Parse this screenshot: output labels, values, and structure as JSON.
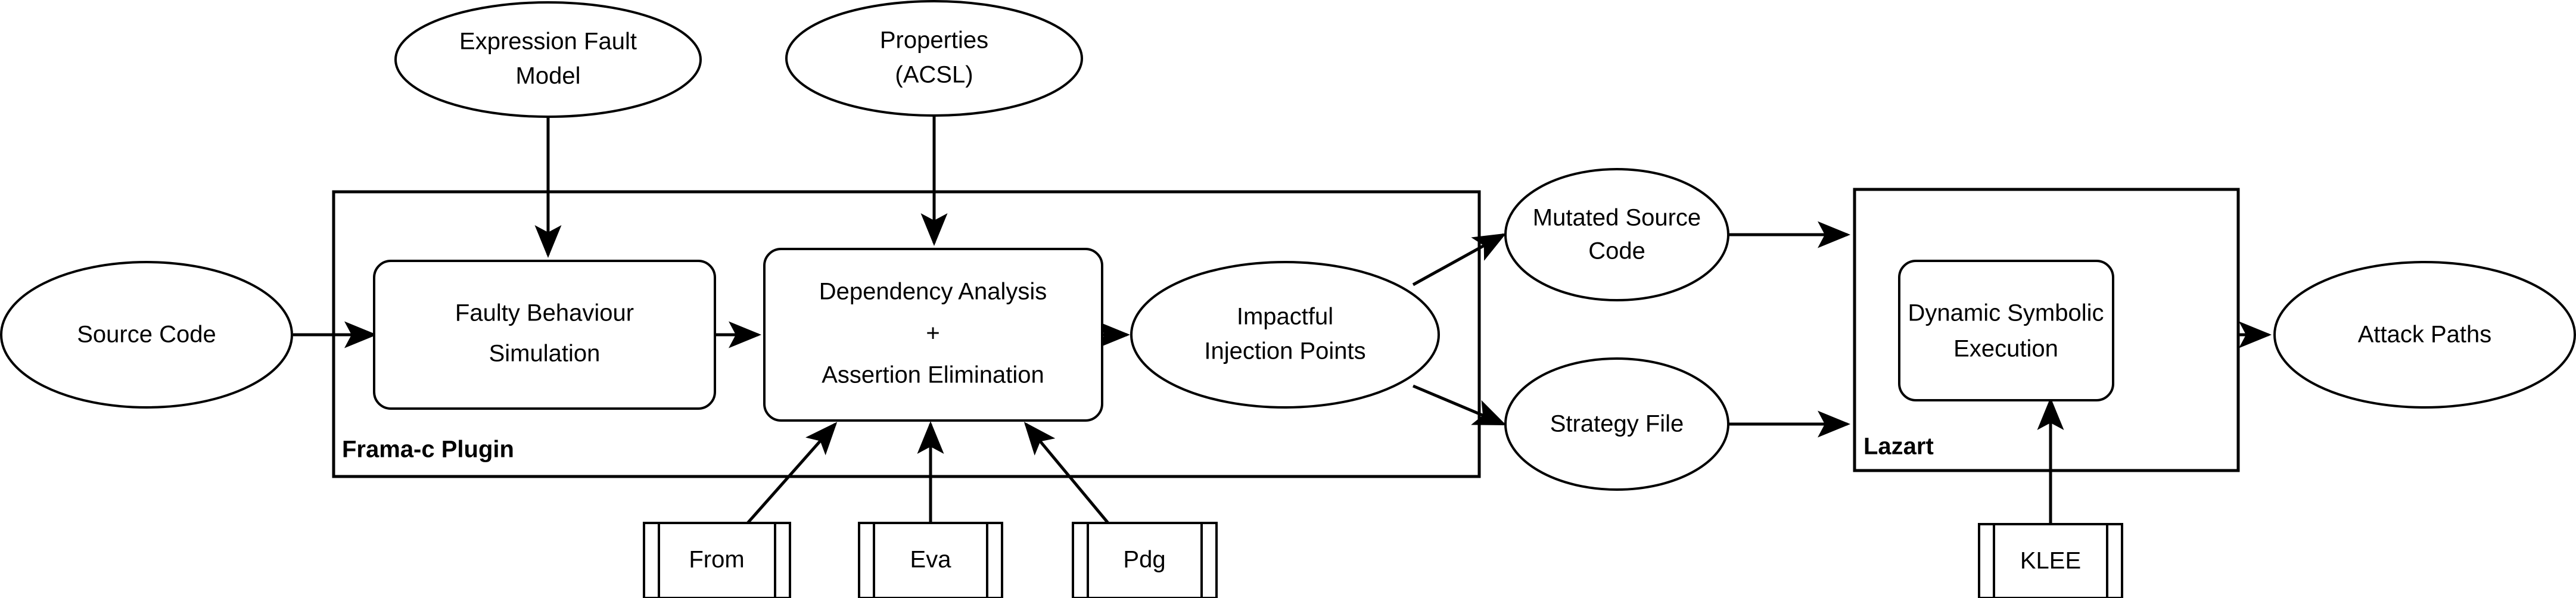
{
  "diagram": {
    "title": "Frama-c Plugin and Lazart fault injection analysis pipeline",
    "background_color": "#ffffff",
    "stroke_color": "#000000",
    "containers": [
      {
        "id": "frama-c",
        "label": "Frama-c Plugin"
      },
      {
        "id": "lazart",
        "label": "Lazart"
      }
    ],
    "ellipses": [
      {
        "id": "source-code",
        "label": "Source Code",
        "lines": [
          "Source Code"
        ]
      },
      {
        "id": "expression-fault-model",
        "label": "Expression Fault Model",
        "lines": [
          "Expression Fault",
          "Model"
        ]
      },
      {
        "id": "properties-acsl",
        "label": "Properties (ACSL)",
        "lines": [
          "Properties",
          "(ACSL)"
        ]
      },
      {
        "id": "impactful-injection-points",
        "label": "Impactful Injection Points",
        "lines": [
          "Impactful",
          "Injection Points"
        ]
      },
      {
        "id": "mutated-source-code",
        "label": "Mutated Source Code",
        "lines": [
          "Mutated Source",
          "Code"
        ]
      },
      {
        "id": "strategy-file",
        "label": "Strategy File",
        "lines": [
          "Strategy File"
        ]
      },
      {
        "id": "attack-paths",
        "label": "Attack Paths",
        "lines": [
          "Attack Paths"
        ]
      }
    ],
    "process_boxes": [
      {
        "id": "faulty-behaviour-simulation",
        "label": "Faulty Behaviour Simulation",
        "lines": [
          "Faulty Behaviour",
          "Simulation"
        ]
      },
      {
        "id": "dependency-analysis",
        "label": "Dependency Analysis + Assertion Elimination",
        "lines": [
          "Dependency Analysis",
          "+",
          "Assertion Elimination"
        ]
      },
      {
        "id": "dynamic-symbolic-execution",
        "label": "Dynamic Symbolic Execution",
        "lines": [
          "Dynamic Symbolic",
          "Execution"
        ]
      }
    ],
    "component_boxes": [
      {
        "id": "from",
        "label": "From"
      },
      {
        "id": "eva",
        "label": "Eva"
      },
      {
        "id": "pdg",
        "label": "Pdg"
      },
      {
        "id": "klee",
        "label": "KLEE"
      }
    ],
    "edges": [
      {
        "from": "source-code",
        "to": "faulty-behaviour-simulation"
      },
      {
        "from": "expression-fault-model",
        "to": "faulty-behaviour-simulation"
      },
      {
        "from": "properties-acsl",
        "to": "dependency-analysis"
      },
      {
        "from": "faulty-behaviour-simulation",
        "to": "dependency-analysis"
      },
      {
        "from": "dependency-analysis",
        "to": "impactful-injection-points"
      },
      {
        "from": "impactful-injection-points",
        "to": "mutated-source-code"
      },
      {
        "from": "impactful-injection-points",
        "to": "strategy-file"
      },
      {
        "from": "mutated-source-code",
        "to": "lazart"
      },
      {
        "from": "strategy-file",
        "to": "lazart"
      },
      {
        "from": "dynamic-symbolic-execution",
        "to": "attack-paths"
      },
      {
        "from": "from",
        "to": "dependency-analysis"
      },
      {
        "from": "eva",
        "to": "dependency-analysis"
      },
      {
        "from": "pdg",
        "to": "dependency-analysis"
      },
      {
        "from": "klee",
        "to": "dynamic-symbolic-execution"
      }
    ]
  }
}
